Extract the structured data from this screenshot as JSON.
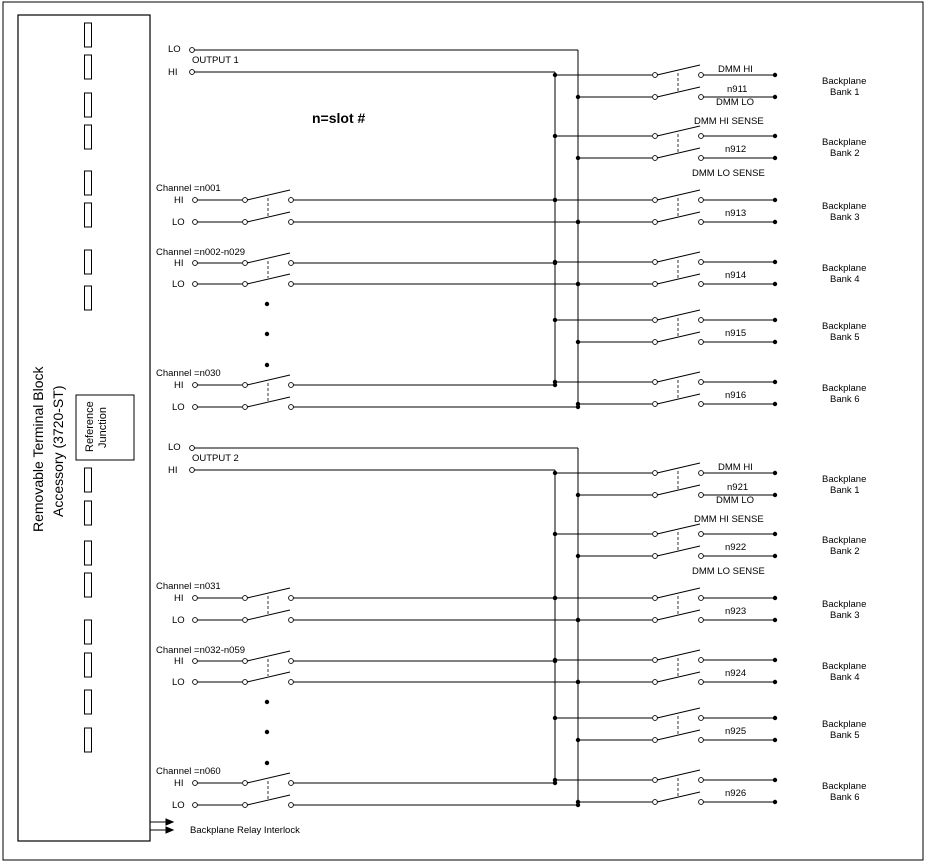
{
  "accessory": {
    "line1": "Removable Terminal Block",
    "line2": "Accessory (3720-ST)"
  },
  "reference": {
    "line1": "Reference",
    "line2": "Junction"
  },
  "slot_note": "n=slot #",
  "interlock": "Backplane Relay Interlock",
  "lo": "LO",
  "hi": "HI",
  "groups": [
    {
      "output": "OUTPUT 1",
      "channels": [
        "Channel =n001",
        "Channel =n002-n029",
        "Channel =n030"
      ],
      "relay_labels": [
        "n911",
        "n912",
        "n913",
        "n914",
        "n915",
        "n916"
      ],
      "dmm_hi": "DMM HI",
      "dmm_lo": "DMM LO",
      "dmm_hi_sense": "DMM HI SENSE",
      "dmm_lo_sense": "DMM LO SENSE",
      "banks": [
        [
          "Backplane",
          "Bank 1"
        ],
        [
          "Backplane",
          "Bank 2"
        ],
        [
          "Backplane",
          "Bank 3"
        ],
        [
          "Backplane",
          "Bank 4"
        ],
        [
          "Backplane",
          "Bank 5"
        ],
        [
          "Backplane",
          "Bank 6"
        ]
      ]
    },
    {
      "output": "OUTPUT 2",
      "channels": [
        "Channel =n031",
        "Channel =n032-n059",
        "Channel =n060"
      ],
      "relay_labels": [
        "n921",
        "n922",
        "n923",
        "n924",
        "n925",
        "n926"
      ],
      "dmm_hi": "DMM HI",
      "dmm_lo": "DMM LO",
      "dmm_hi_sense": "DMM HI SENSE",
      "dmm_lo_sense": "DMM LO SENSE",
      "banks": [
        [
          "Backplane",
          "Bank 1"
        ],
        [
          "Backplane",
          "Bank 2"
        ],
        [
          "Backplane",
          "Bank 3"
        ],
        [
          "Backplane",
          "Bank 4"
        ],
        [
          "Backplane",
          "Bank 5"
        ],
        [
          "Backplane",
          "Bank 6"
        ]
      ]
    }
  ]
}
